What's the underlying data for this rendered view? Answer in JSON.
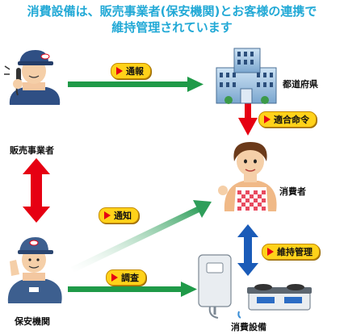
{
  "title": {
    "line1": "消費設備は、販売事業者(保安機関)とお客様の連携で",
    "line2": "維持管理されています"
  },
  "nodes": {
    "retailer": "販売事業者",
    "prefecture": "都道府県",
    "consumer": "消費者",
    "safety_agency": "保安機関",
    "equipment": "消費設備"
  },
  "tags": {
    "report": "通報",
    "order": "適合命令",
    "notice": "通知",
    "maintenance": "維持管理",
    "survey": "調査"
  },
  "icons": {
    "retailer": "worker-on-phone-icon",
    "prefecture": "government-building-icon",
    "consumer": "housewife-icon",
    "safety_agency": "saluting-worker-icon",
    "equipment": "water-heater-and-gas-stove-icon"
  },
  "colors": {
    "title": "#22a9d6",
    "green_arrow": "#1f9a48",
    "red_arrow": "#e60012",
    "blue_arrow": "#1a5bb8",
    "tag_fill": "#ffd21a"
  }
}
